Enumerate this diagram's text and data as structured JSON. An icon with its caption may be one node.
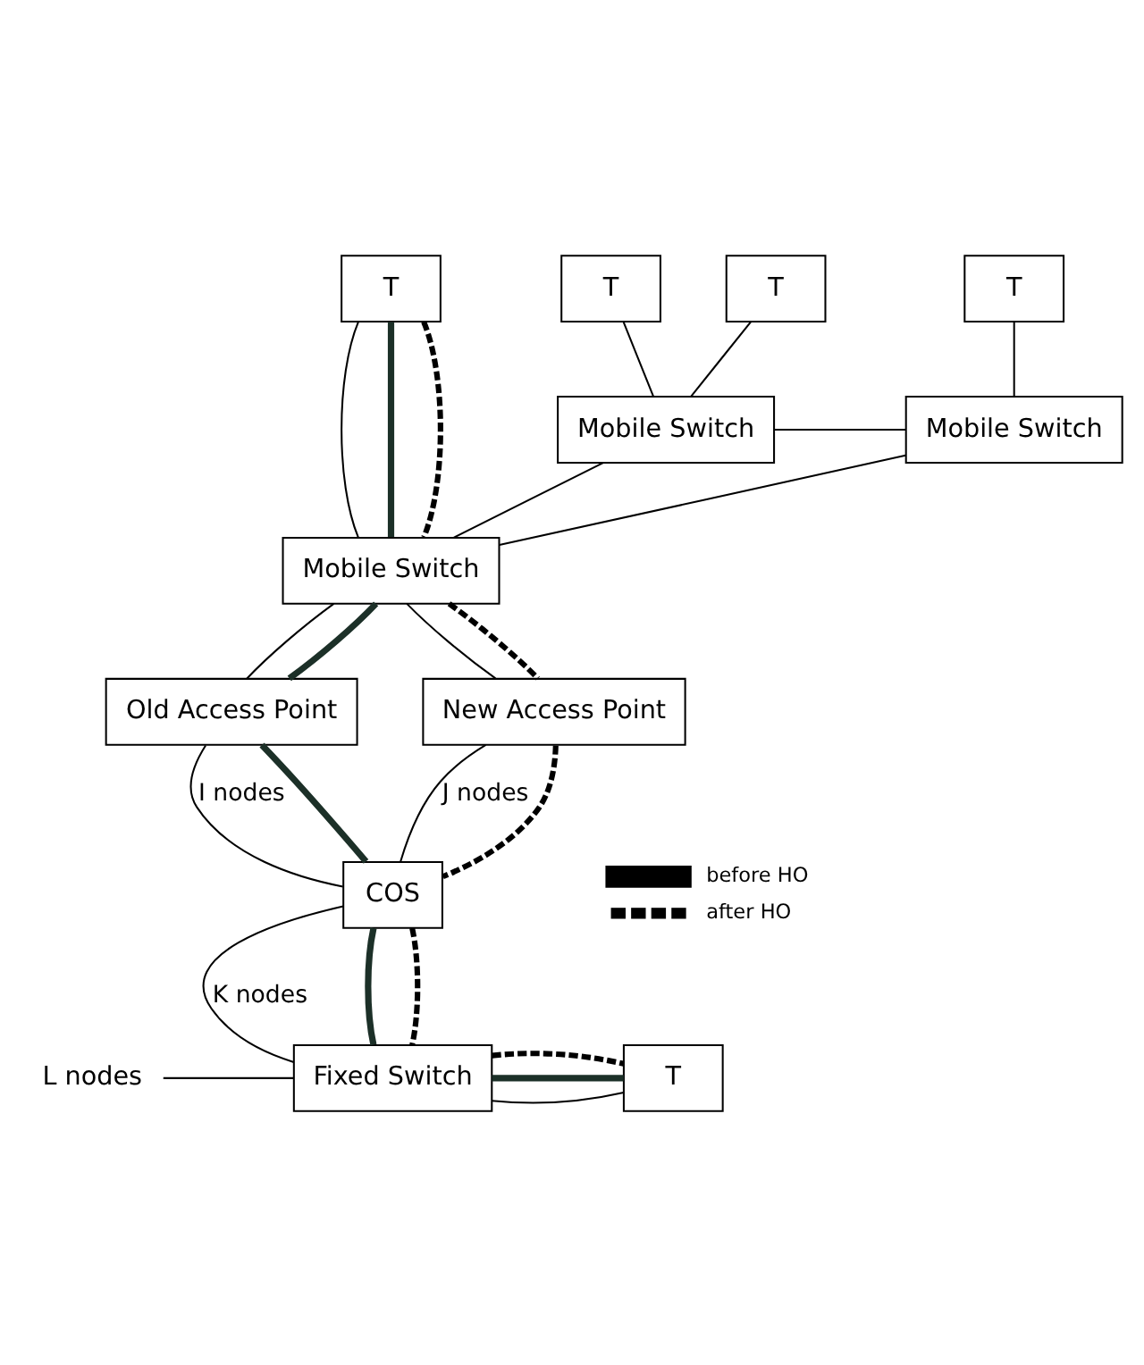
{
  "diagram": {
    "nodes": [
      {
        "text": [
          "T"
        ]
      },
      {
        "text": [
          "T"
        ]
      },
      {
        "text": [
          "T"
        ]
      },
      {
        "text": [
          "T"
        ]
      },
      {
        "text": [
          "Mobile Switch"
        ]
      },
      {
        "text": [
          "Mobile Switch"
        ]
      },
      {
        "text": [
          "Mobile Switch"
        ]
      },
      {
        "text": [
          "Old Access Point"
        ]
      },
      {
        "text": [
          "New Access Point"
        ]
      },
      {
        "text": [
          "COS"
        ]
      },
      {
        "text": [
          "L nodes"
        ]
      },
      {
        "text": [
          "Fixed Switch"
        ]
      },
      {
        "text": [
          "T"
        ]
      }
    ],
    "edges": [
      {
        "from": 0,
        "to": 4,
        "arrow": "none"
      },
      {
        "from": 1,
        "to": 4,
        "arrow": "none"
      },
      {
        "from": 2,
        "to": 6,
        "arrow": "none"
      },
      {
        "from": 3,
        "to": 5,
        "arrow": "none"
      },
      {
        "from": 4,
        "to": 5,
        "arrow": "none"
      },
      {
        "from": 4,
        "to": 6,
        "arrow": "none"
      },
      {
        "from": 5,
        "to": 6,
        "arrow": "none"
      },
      {
        "from": 6,
        "to": 7,
        "arrow": "none"
      },
      {
        "from": 6,
        "to": 8,
        "arrow": "none"
      },
      {
        "from": 7,
        "to": 9,
        "arrow": "none",
        "label": "I nodes"
      },
      {
        "from": 8,
        "to": 9,
        "arrow": "none",
        "label": "J nodes"
      },
      {
        "from": 9,
        "to": 11,
        "arrow": "none",
        "label": "K nodes"
      },
      {
        "from": 10,
        "to": 11,
        "arrow": "none"
      },
      {
        "from": 11,
        "to": 12,
        "arrow": "none"
      },
      {
        "from": 2,
        "to": 6,
        "arrow": "none",
        "style": "thick",
        "color": "#1c3028"
      },
      {
        "from": 6,
        "to": 7,
        "arrow": "none",
        "style": "thick",
        "color": "#1c3028"
      },
      {
        "from": 7,
        "to": 9,
        "arrow": "none",
        "style": "thick",
        "color": "#1c3028"
      },
      {
        "from": 9,
        "to": 11,
        "arrow": "none",
        "style": "thick",
        "color": "#1c3028"
      },
      {
        "from": 11,
        "to": 12,
        "arrow": "none",
        "style": "thick",
        "color": "#1c3028"
      },
      {
        "from": 2,
        "to": 6,
        "arrow": "none",
        "style": "dashed"
      },
      {
        "from": 6,
        "to": 8,
        "arrow": "none",
        "style": "dashed"
      },
      {
        "from": 8,
        "to": 9,
        "arrow": "none",
        "style": "dashed"
      },
      {
        "from": 9,
        "to": 11,
        "arrow": "none",
        "style": "dashed"
      },
      {
        "from": 11,
        "to": 12,
        "arrow": "none",
        "style": "dashed"
      }
    ],
    "legend": [
      {
        "text": "before HO"
      },
      {
        "text": "after HO"
      }
    ]
  }
}
